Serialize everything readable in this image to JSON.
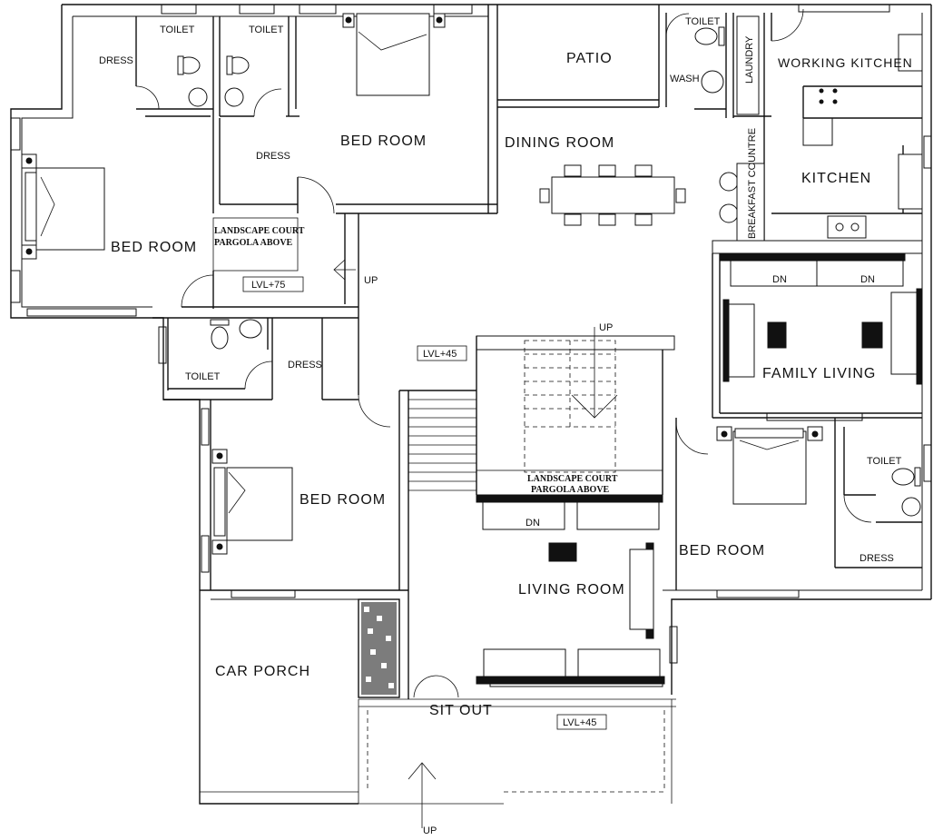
{
  "rooms": {
    "bed_room_top": "BED ROOM",
    "bed_room_left": "BED ROOM",
    "bed_room_mid": "BED ROOM",
    "bed_room_right": "BED ROOM",
    "patio": "PATIO",
    "dining_room": "DINING ROOM",
    "working_kitchen": "WORKING KITCHEN",
    "kitchen": "KITCHEN",
    "family_living": "FAMILY LIVING",
    "living_room": "LIVING ROOM",
    "car_porch": "CAR PORCH",
    "sit_out": "SIT OUT"
  },
  "small_labels": {
    "toilet_1": "TOILET",
    "toilet_2": "TOILET",
    "toilet_3": "TOILET",
    "toilet_4": "TOILET",
    "toilet_5": "TOILET",
    "dress_1": "DRESS",
    "dress_2": "DRESS",
    "dress_3": "DRESS",
    "dress_4": "DRESS",
    "wash": "WASH",
    "laundry": "LAUNDRY",
    "breakfast_counter": "BREAKFAST COUNTRE",
    "dn_family_1": "DN",
    "dn_family_2": "DN",
    "dn_living": "DN",
    "up_1": "UP",
    "up_2": "UP",
    "up_3": "UP"
  },
  "courts": {
    "court_1_line1": "LANDSCAPE COURT",
    "court_1_line2": "PARGOLA ABOVE",
    "court_2_line1": "LANDSCAPE COURT",
    "court_2_line2": "PARGOLA ABOVE"
  },
  "levels": {
    "lvl_75": "LVL+75",
    "lvl_45_a": "LVL+45",
    "lvl_45_b": "LVL+45"
  }
}
